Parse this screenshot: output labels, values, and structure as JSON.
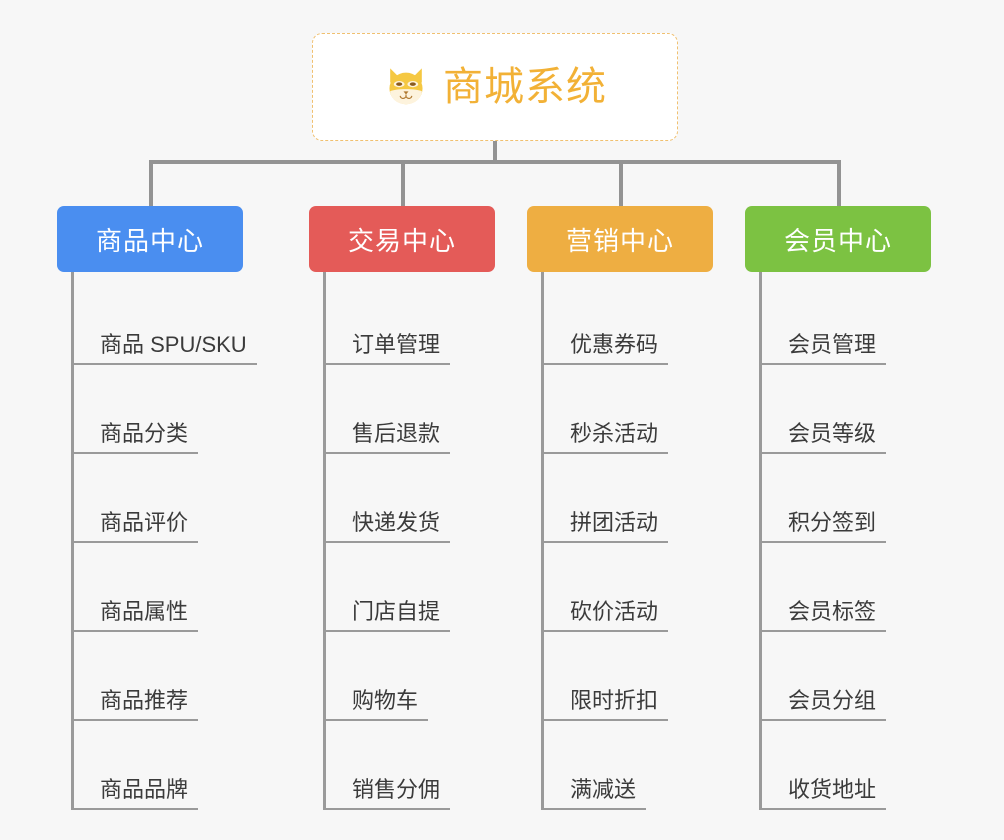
{
  "diagram": {
    "title": "商城系统",
    "root_icon": "shiba-inu-icon",
    "background_color": "#f7f7f7",
    "root": {
      "label": "商城系统",
      "text_color": "#f2b136",
      "border_color": "#f0c070",
      "background_color": "#ffffff"
    },
    "columns": [
      {
        "header": "商品中心",
        "color": "#4a8ef0",
        "items": [
          "商品 SPU/SKU",
          "商品分类",
          "商品评价",
          "商品属性",
          "商品推荐",
          "商品品牌"
        ]
      },
      {
        "header": "交易中心",
        "color": "#e45b58",
        "items": [
          "订单管理",
          "售后退款",
          "快递发货",
          "门店自提",
          "购物车",
          "销售分佣"
        ]
      },
      {
        "header": "营销中心",
        "color": "#eeae42",
        "items": [
          "优惠券码",
          "秒杀活动",
          "拼团活动",
          "砍价活动",
          "限时折扣",
          "满减送"
        ]
      },
      {
        "header": "会员中心",
        "color": "#7cc242",
        "items": [
          "会员管理",
          "会员等级",
          "积分签到",
          "会员标签",
          "会员分组",
          "收货地址"
        ]
      }
    ]
  }
}
